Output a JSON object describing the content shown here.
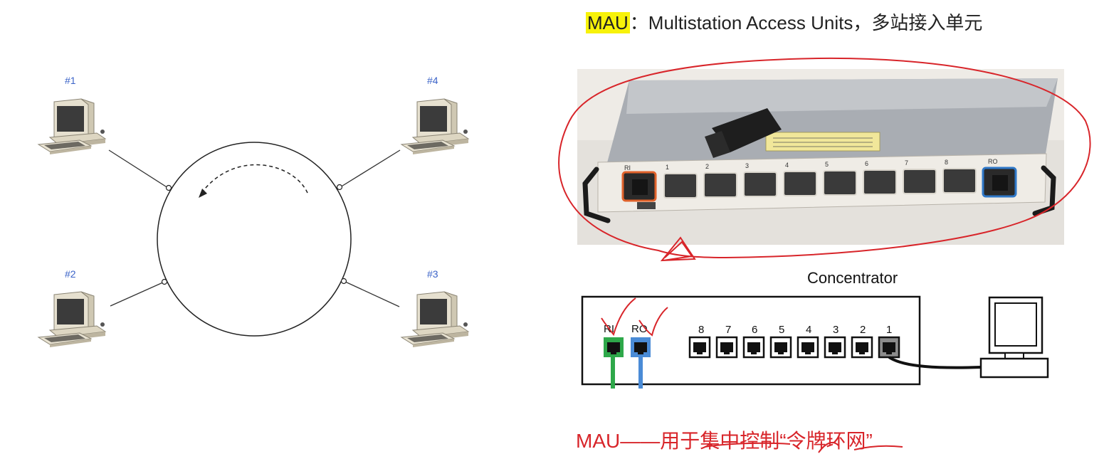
{
  "ring_diagram": {
    "stations": [
      {
        "id": "station-1",
        "label": "#1"
      },
      {
        "id": "station-2",
        "label": "#2"
      },
      {
        "id": "station-3",
        "label": "#3"
      },
      {
        "id": "station-4",
        "label": "#4"
      }
    ],
    "direction": "counter-clockwise"
  },
  "headline": {
    "term": "MAU",
    "separator": "：",
    "definition": "Multistation Access Units，多站接入单元"
  },
  "photo": {
    "port_labels": [
      "RI",
      "1",
      "2",
      "3",
      "4",
      "5",
      "6",
      "7",
      "8",
      "RO"
    ],
    "annotation_color": "#d8252a"
  },
  "concentrator": {
    "title": "Concentrator",
    "ring_ports": [
      {
        "label": "RI",
        "color": "#2ea84a"
      },
      {
        "label": "RO",
        "color": "#4a8bd6"
      }
    ],
    "ports": [
      "8",
      "7",
      "6",
      "5",
      "4",
      "3",
      "2",
      "1"
    ]
  },
  "caption": "MAU——用于集中控制“令牌环网”"
}
